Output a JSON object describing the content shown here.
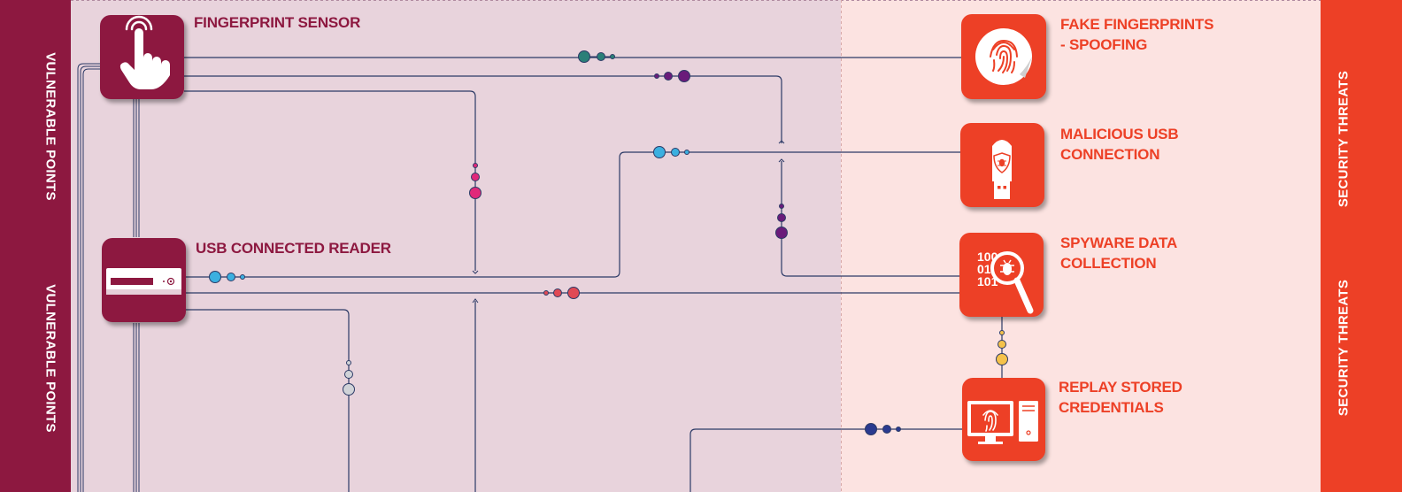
{
  "side_bands": {
    "left_label_1": "VULNERABLE POINTS",
    "left_label_2": "VULNERABLE POINTS",
    "right_label_1": "SECURITY THREATS",
    "right_label_2": "SECURITY THREATS"
  },
  "vulnerable_points": [
    {
      "label": "FINGERPRINT SENSOR",
      "icon": "pointing-hand-icon"
    },
    {
      "label": "USB CONNECTED READER",
      "icon": "card-reader-icon"
    }
  ],
  "security_threats": [
    {
      "line1": "FAKE FINGERPRINTS",
      "line2": "- SPOOFING",
      "icon": "fingerprint-sticker-icon"
    },
    {
      "line1": "MALICIOUS USB",
      "line2": "CONNECTION",
      "icon": "usb-bug-icon"
    },
    {
      "line1": "SPYWARE DATA",
      "line2": "COLLECTION",
      "icon": "binary-magnifier-bug-icon",
      "icon_text": [
        "100",
        "01",
        "101"
      ]
    },
    {
      "line1": "REPLAY STORED",
      "line2": "CREDENTIALS",
      "icon": "computer-fingerprint-icon"
    }
  ],
  "colors": {
    "maroon": "#8d1840",
    "orange": "#ed4026",
    "left_zone": "#e8d3dc",
    "right_zone": "#fce3e1",
    "wire": "#2c3a66",
    "dot_teal": "#2b7f78",
    "dot_purple": "#6a1b7a",
    "dot_cyan": "#3bb0e0",
    "dot_magenta": "#e0287a",
    "dot_red": "#e04a55",
    "dot_grey": "#d0d3d8",
    "dot_yellow": "#f5c24a",
    "dot_navy": "#2a3a8f"
  }
}
